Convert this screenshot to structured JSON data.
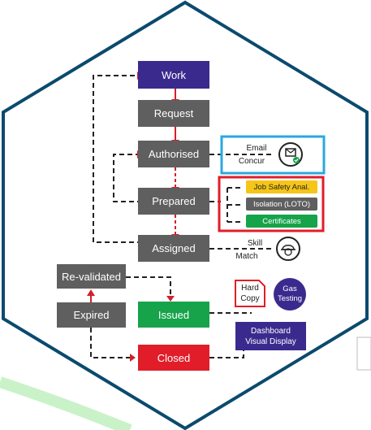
{
  "nodes": {
    "work": "Work",
    "request": "Request",
    "authorised": "Authorised",
    "prepared": "Prepared",
    "assigned": "Assigned",
    "revalidated": "Re-validated",
    "expired": "Expired",
    "issued": "Issued",
    "closed": "Closed"
  },
  "labels": {
    "email_concur_line1": "Email",
    "email_concur_line2": "Concur",
    "skill_match_line1": "Skill",
    "skill_match_line2": "Match",
    "hard_copy_line1": "Hard",
    "hard_copy_line2": "Copy",
    "gas_testing_line1": "Gas",
    "gas_testing_line2": "Testing",
    "dashboard_line1": "Dashboard",
    "dashboard_line2": "Visual Display"
  },
  "checklist": {
    "job_safety": "Job Safety Anal.",
    "isolation": "Isolation (LOTO)",
    "certificates": "Certificates"
  },
  "icons": {
    "email": "email-approval-icon",
    "skill": "worker-helmet-icon",
    "hard_copy": "document-icon"
  },
  "colors": {
    "gray": "#5f5f5f",
    "purple": "#3b2a8e",
    "green": "#16a34a",
    "red": "#e11d2a",
    "hexagon": "#0b4a6e",
    "blue_box": "#29a8e0",
    "red_box": "#e11d2a"
  }
}
